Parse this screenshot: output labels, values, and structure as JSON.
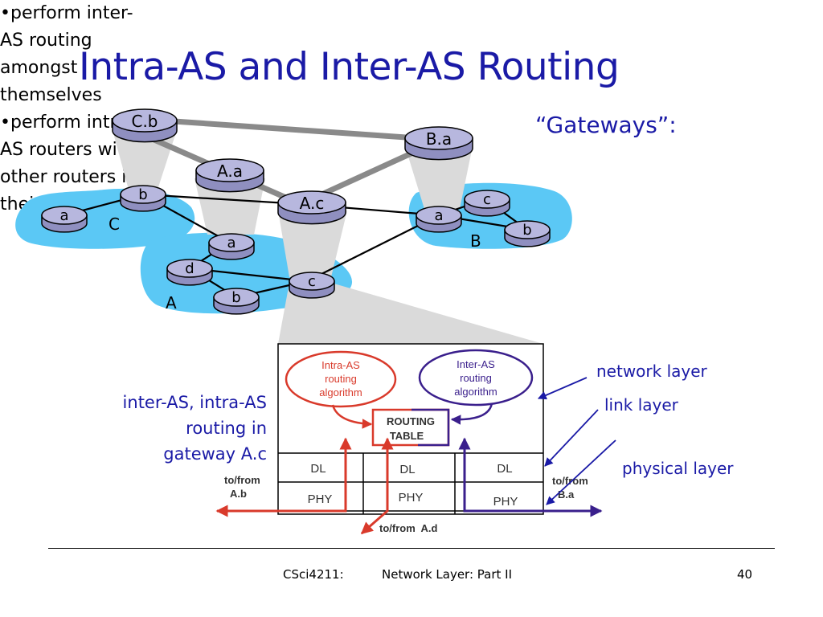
{
  "slide": {
    "title": "Intra-AS and Inter-AS Routing"
  },
  "topology": {
    "routers": [
      {
        "id": "C.b",
        "label": "C.b",
        "kind": "gateway"
      },
      {
        "id": "B.a",
        "label": "B.a",
        "kind": "gateway"
      },
      {
        "id": "A.a",
        "label": "A.a",
        "kind": "gateway"
      },
      {
        "id": "A.c",
        "label": "A.c",
        "kind": "gateway"
      },
      {
        "id": "Cb_local",
        "label": "b"
      },
      {
        "id": "Ca_local",
        "label": "a"
      },
      {
        "id": "Aa_local",
        "label": "a"
      },
      {
        "id": "Ad_local",
        "label": "d"
      },
      {
        "id": "Ab_local",
        "label": "b"
      },
      {
        "id": "Ac_local",
        "label": "c"
      },
      {
        "id": "Ba_local",
        "label": "a"
      },
      {
        "id": "Bc_local",
        "label": "c"
      },
      {
        "id": "Bb_local",
        "label": "b"
      }
    ],
    "as_labels": {
      "C": "C",
      "A": "A",
      "B": "B"
    }
  },
  "gateways": {
    "title": "“Gateways”:",
    "bullets": [
      "•perform inter-",
      "AS routing",
      "amongst",
      "themselves",
      "•perform intra-",
      "AS routers with",
      "other routers in",
      "their AS"
    ]
  },
  "gateway_box": {
    "intra_algo": [
      "Intra-AS",
      "routing",
      "algorithm"
    ],
    "inter_algo": [
      "Inter-AS",
      "routing",
      "algorithm"
    ],
    "routing_table": [
      "ROUTING",
      "TABLE"
    ],
    "dl": [
      "DL",
      "DL",
      "DL"
    ],
    "phy": [
      "PHY",
      "PHY",
      "PHY"
    ],
    "to_from_left": [
      "to/from",
      "A.b"
    ],
    "to_from_right": [
      "to/from",
      "B.a"
    ],
    "to_from_bottom": "to/from  A.d"
  },
  "layer_labels": {
    "network": "network layer",
    "link": "link layer",
    "physical": "physical layer"
  },
  "caption": [
    "inter-AS, intra-AS",
    "routing in",
    "gateway A.c"
  ],
  "footer": {
    "course": "CSci4211:",
    "topic": "Network Layer: Part II",
    "page": "40"
  },
  "colors": {
    "title": "#1a1aa6",
    "cloud": "#5bc8f5",
    "router_fill": "#b7b7de",
    "intra_red": "#d93a2b",
    "inter_purple": "#3a1f8c"
  }
}
